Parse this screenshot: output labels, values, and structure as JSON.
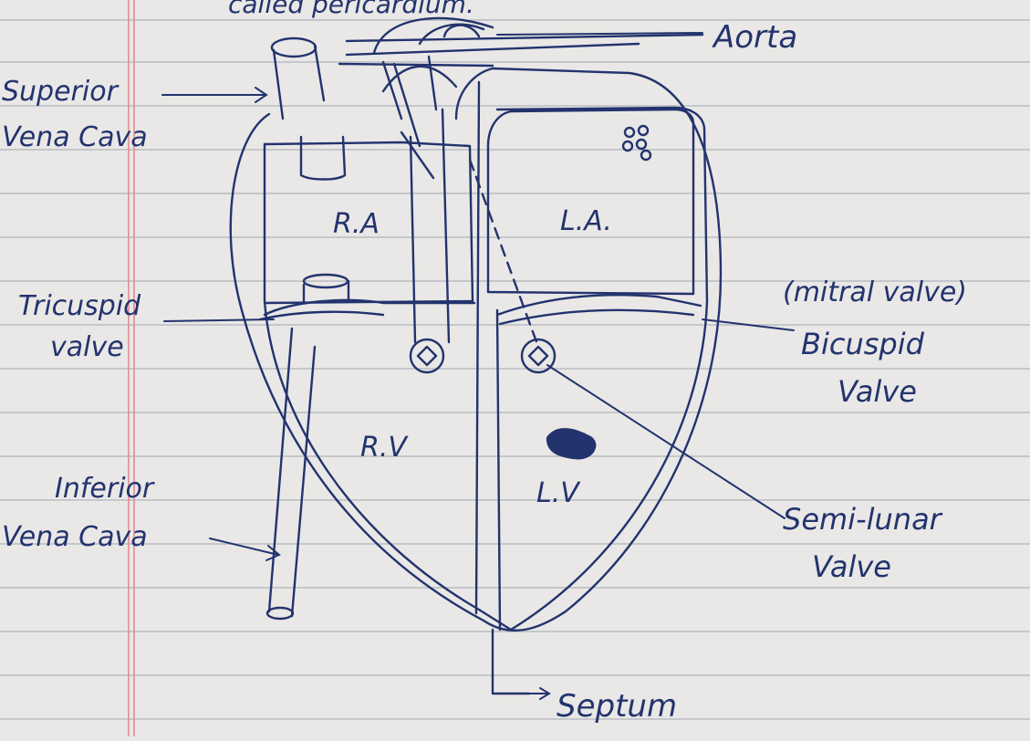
{
  "labels": {
    "top_heading": "called pericardium.",
    "aorta": "Aorta",
    "superior_vena_cava_line1": "Superior",
    "superior_vena_cava_line2": "Vena Cava",
    "right_atrium": "R.A",
    "left_atrium": "L.A.",
    "tricuspid_line1": "Tricuspid",
    "tricuspid_line2": "valve",
    "mitral": "(mitral valve)",
    "bicuspid_line1": "Bicuspid",
    "bicuspid_line2": "Valve",
    "right_ventricle": "R.V",
    "left_ventricle": "L.V",
    "inferior_vena_cava_line1": "Inferior",
    "inferior_vena_cava_line2": "Vena Cava",
    "semilunar_line1": "Semi-lunar",
    "semilunar_line2": "Valve",
    "septum": "Septum"
  },
  "colors": {
    "paper": "#e9e8e6",
    "rule_line": "#9aa2ad",
    "margin_line": "#e58a95",
    "ink": "#23336e"
  }
}
